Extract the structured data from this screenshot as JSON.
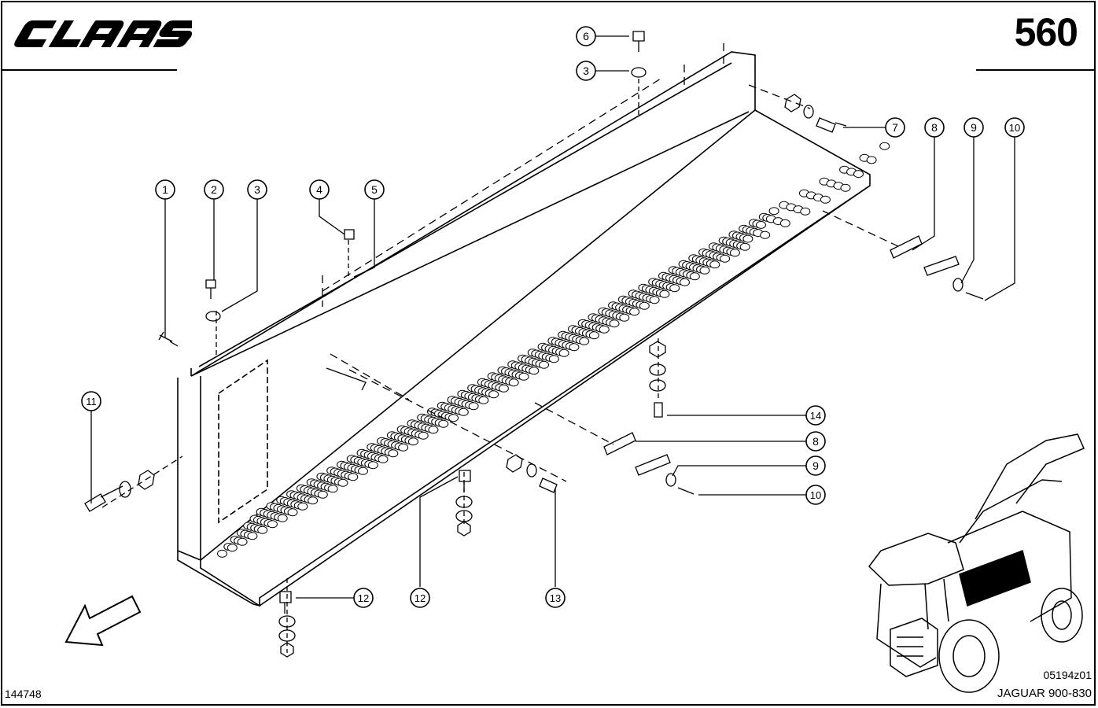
{
  "header": {
    "brand": "CLAAS",
    "page_number": "560"
  },
  "footer": {
    "document_number": "144748",
    "image_code": "05194z01",
    "model": "JAGUAR 900-830"
  },
  "callouts": [
    {
      "label": "1"
    },
    {
      "label": "2"
    },
    {
      "label": "3"
    },
    {
      "label": "4"
    },
    {
      "label": "5"
    },
    {
      "label": "6"
    },
    {
      "label": "3"
    },
    {
      "label": "7"
    },
    {
      "label": "8"
    },
    {
      "label": "9"
    },
    {
      "label": "10"
    },
    {
      "label": "11"
    },
    {
      "label": "14"
    },
    {
      "label": "8"
    },
    {
      "label": "9"
    },
    {
      "label": "10"
    },
    {
      "label": "12"
    },
    {
      "label": "12"
    },
    {
      "label": "13"
    }
  ],
  "colors": {
    "ink": "#000000",
    "paper": "#ffffff",
    "highlight": "#000000"
  },
  "icons": [
    "claas-logo",
    "direction-arrow-icon",
    "machine-thumbnail"
  ]
}
